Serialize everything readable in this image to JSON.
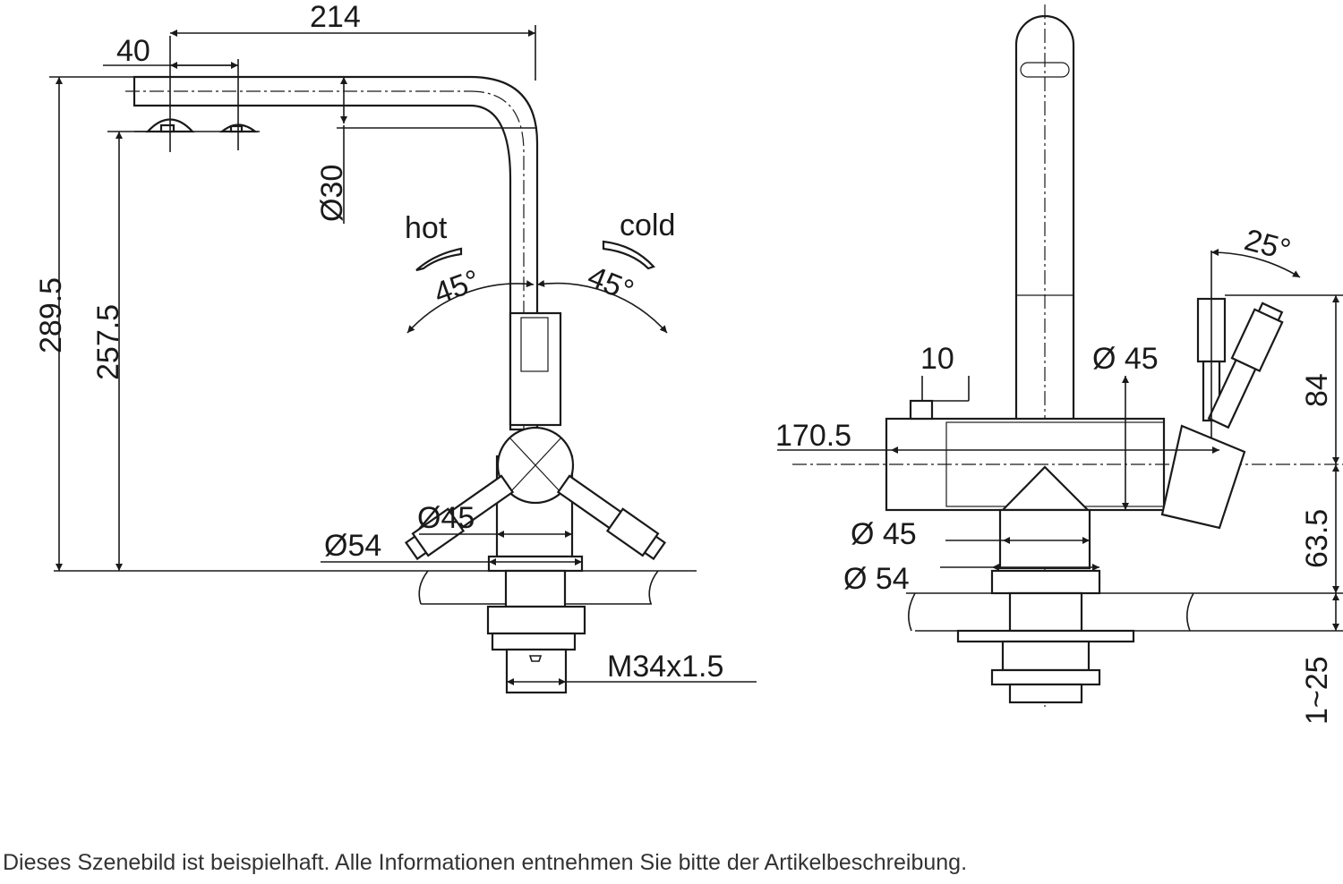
{
  "left_view": {
    "dim_reach": "214",
    "dim_spray_offset": "40",
    "dim_total_height": "289.5",
    "dim_spout_height": "257.5",
    "dim_spout_diameter": "Ø30",
    "label_hot": "hot",
    "label_cold": "cold",
    "angle_hot": "45°",
    "angle_cold": "45°",
    "dim_body_diameter": "Ø45",
    "dim_base_diameter": "Ø54",
    "dim_thread": "M34x1.5"
  },
  "right_view": {
    "dim_depth": "170.5",
    "dim_side_offset": "10",
    "dim_body_diameter": "Ø 45",
    "dim_angle": "25°",
    "dim_lever_height": "84",
    "dim_body_height": "63.5",
    "dim_column_diameter": "Ø 45",
    "dim_base_diameter": "Ø 54",
    "dim_counter_thickness": "1~25"
  },
  "caption": "Dieses Szenebild ist beispielhaft. Alle Informationen entnehmen Sie bitte der Artikelbeschreibung."
}
